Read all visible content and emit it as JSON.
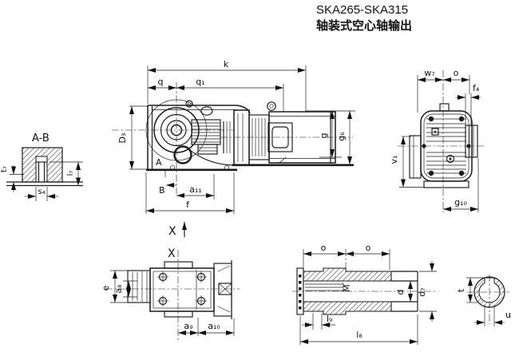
{
  "title": {
    "model": "SKA265-SKA315",
    "subtitle": "轴装式空心轴输出"
  },
  "views": {
    "section_ab": {
      "name": "A-B",
      "dims": {
        "t7": "t₇",
        "l7": "l₇",
        "s4": "s₄"
      }
    },
    "side_view": {
      "dims": {
        "k": "k",
        "q": "q",
        "q1": "q₁",
        "D3": "D₃",
        "a11": "a₁₁",
        "f": "f",
        "g": "g",
        "g6": "g₆"
      },
      "section_marks": {
        "A": "A",
        "B": "B"
      },
      "direction_mark": "X"
    },
    "end_view": {
      "dims": {
        "w7": "w₇",
        "o": "o",
        "f4": "f₄",
        "v1": "v₁",
        "g10": "g₁₀"
      }
    },
    "bottom_view": {
      "name": "X",
      "dims": {
        "e": "e",
        "a8": "a₈",
        "a9": "a₉",
        "a10": "a₁₀"
      }
    },
    "hollow_shaft": {
      "dims": {
        "o1": "o",
        "o2": "o",
        "M": "M",
        "d": "d",
        "d7": "d₇",
        "l9": "l₉",
        "l8": "l₈"
      }
    },
    "shaft_bore": {
      "dims": {
        "t": "t",
        "u": "u"
      }
    }
  }
}
